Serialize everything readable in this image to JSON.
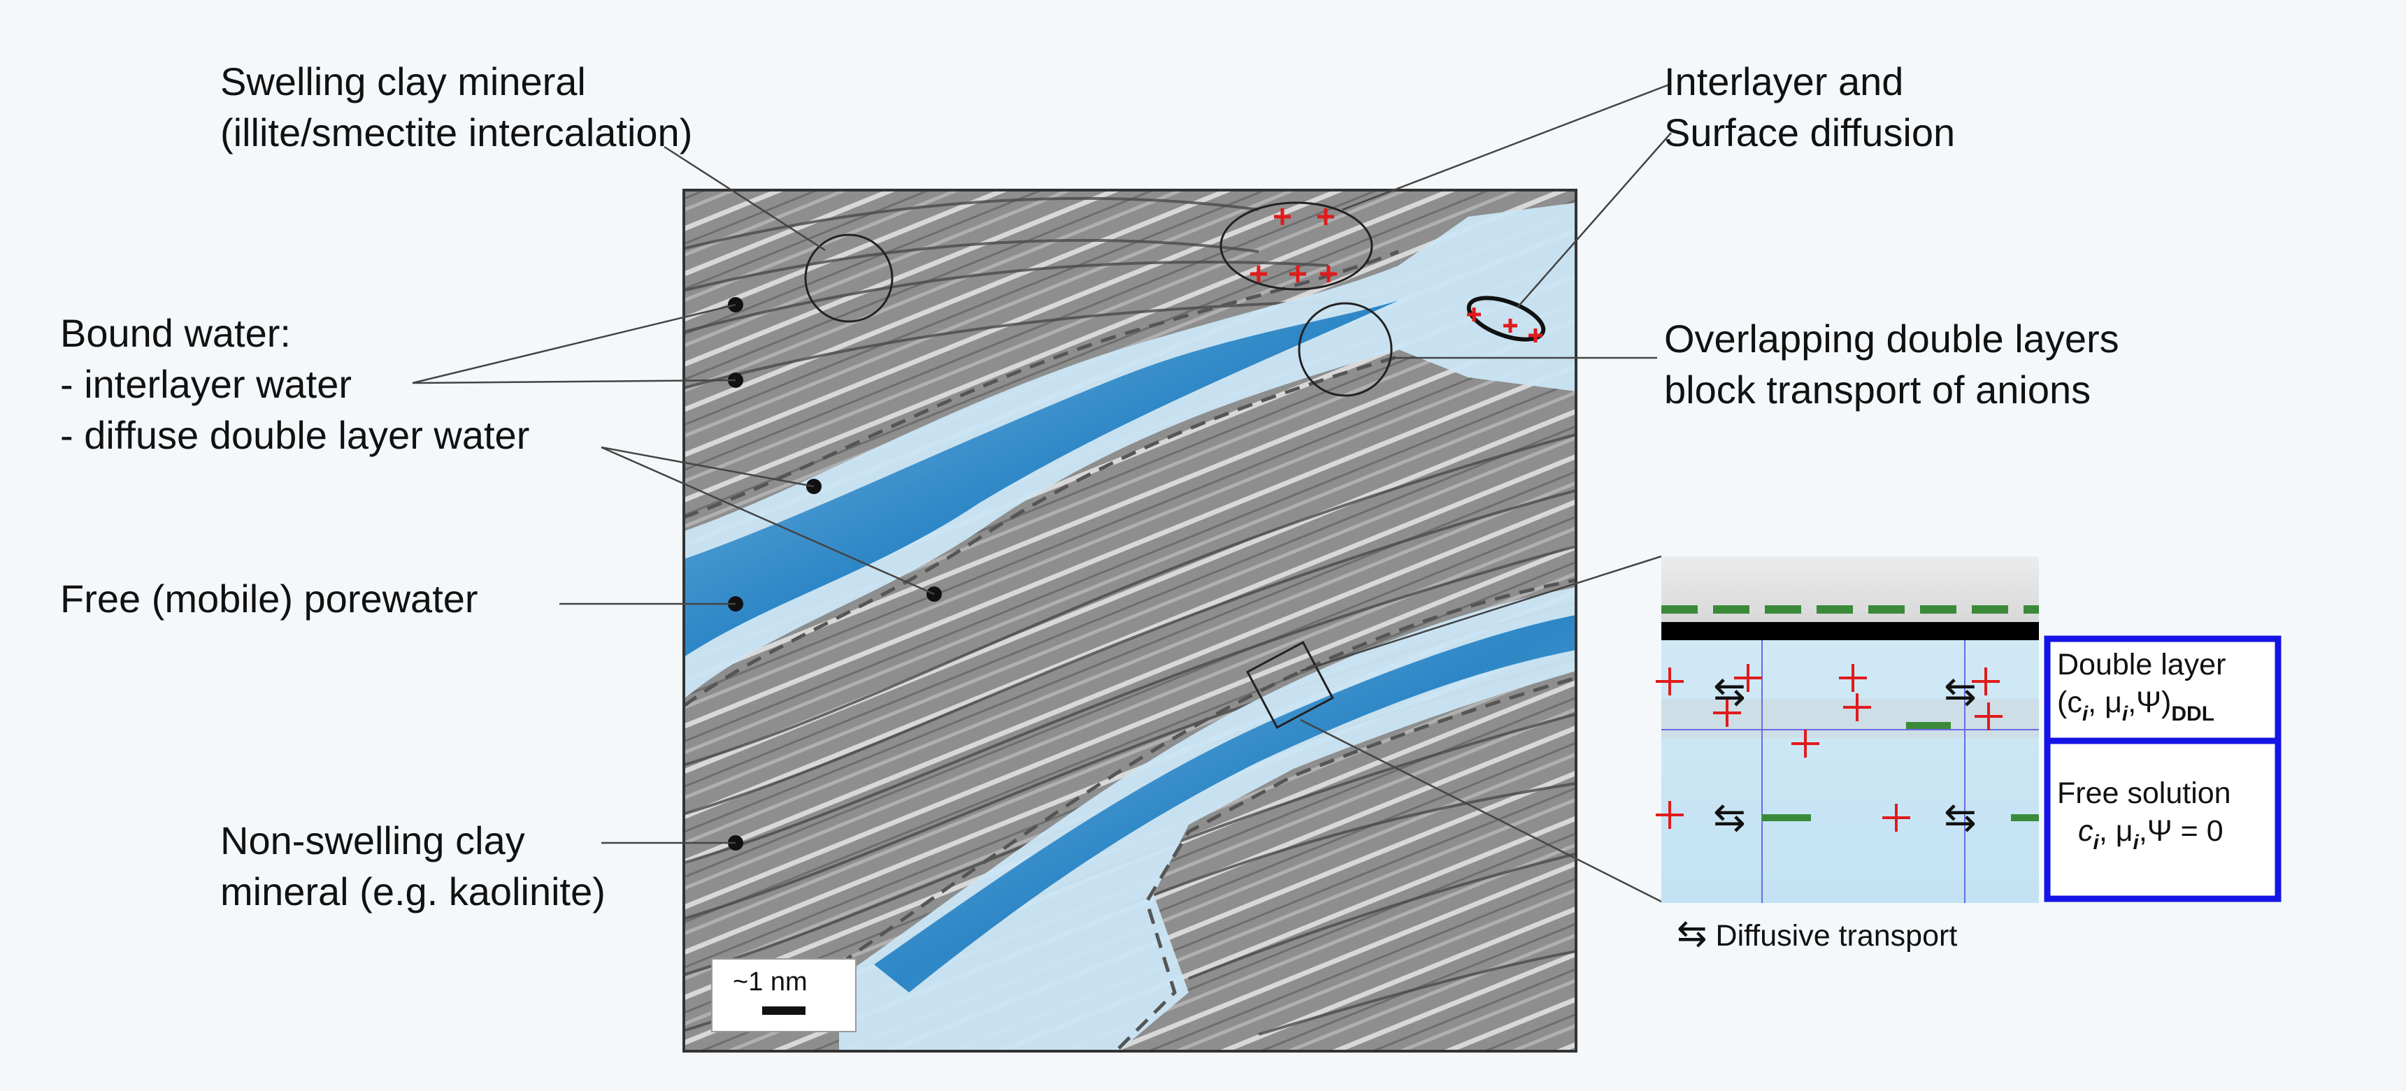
{
  "labels": {
    "swelling_line1": "Swelling clay mineral",
    "swelling_line2": "(illite/smectite intercalation)",
    "interlayer_line1": "Interlayer and",
    "interlayer_line2": "Surface diffusion",
    "bound_water": "Bound water:",
    "interlayer_water": "- interlayer water",
    "ddl_water": "- diffuse double layer water",
    "overlap_line1": "Overlapping double layers",
    "overlap_line2": "block transport of anions",
    "free_porewater": "Free (mobile) porewater",
    "nonswelling_line1": "Non-swelling clay",
    "nonswelling_line2": "mineral (e.g. kaolinite)"
  },
  "inset": {
    "double_layer_title": "Double layer",
    "double_layer_vars": "(c",
    "double_layer_vars_i": "i",
    "double_layer_vars_rest": ", μ",
    "double_layer_vars_i2": "i",
    "double_layer_vars_end": ",Ψ)",
    "double_layer_sub": "DDL",
    "free_solution_title": "Free solution",
    "free_solution_c": "c",
    "free_solution_i": "i",
    "free_solution_mu": ", μ",
    "free_solution_i2": "i",
    "free_solution_rest": ",Ψ = 0",
    "diffusive_transport": "Diffusive transport",
    "diffusive_symbol": "⇆"
  },
  "scale_bar": {
    "label": "~1 nm"
  },
  "colors": {
    "clay": "#8a8a8a",
    "water_light": "#c6e4f5",
    "water_dark": "#2a86c8",
    "cation": "#e01b1b",
    "anion": "#3a8a3a",
    "box_border": "#1414e6"
  }
}
